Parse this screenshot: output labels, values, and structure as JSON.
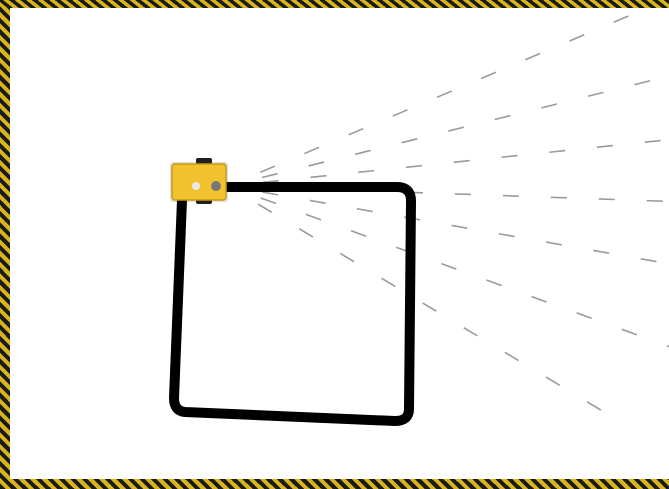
{
  "scene": {
    "type": "robot-simulator-arena",
    "colors": {
      "background": "#ffffff",
      "hazard_stripe_dark": "#1a1a1a",
      "hazard_stripe_light": "#d9b51c",
      "track": "#000000",
      "robot_body": "#f2c12e",
      "robot_outline": "#c99a12",
      "robot_wheel": "#1e1e1e",
      "sensor": "#777777",
      "sensor_ray": "#9a9a9a"
    },
    "track": {
      "shape": "rounded-square-loop"
    },
    "robot": {
      "icon": "yellow-line-follower-robot",
      "sensor_rays": 7
    }
  }
}
